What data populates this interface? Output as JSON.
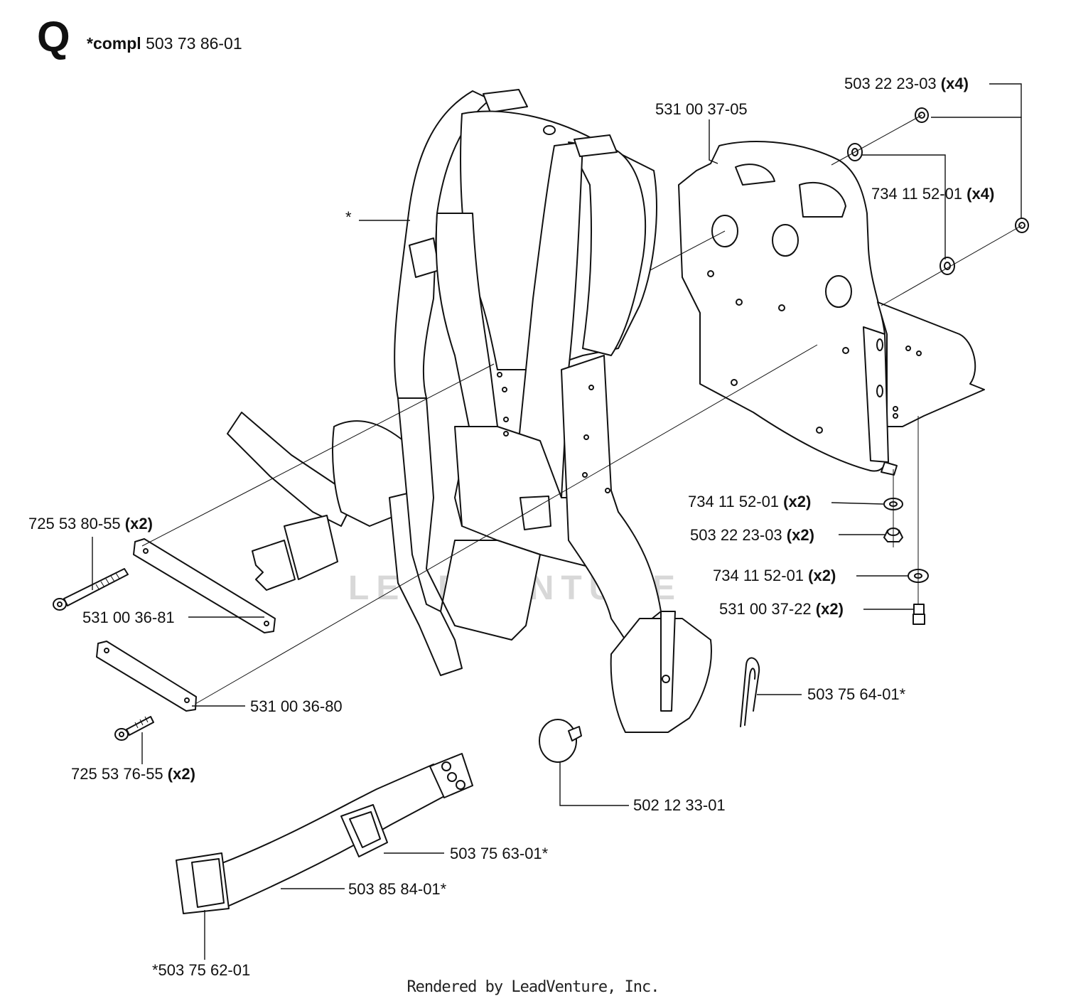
{
  "header": {
    "section_letter": "Q",
    "compl_prefix": "*compl",
    "compl_number": "503 73 86-01"
  },
  "watermark": "LEADVENTURE",
  "footer": "Rendered by LeadVenture, Inc.",
  "callouts": [
    {
      "id": "c-star",
      "part": "*",
      "qty": ""
    },
    {
      "id": "c-backplate",
      "part": "531 00 37-05",
      "qty": ""
    },
    {
      "id": "c-nut-x4",
      "part": "503 22 23-03",
      "qty": "(x4)"
    },
    {
      "id": "c-washer-x4",
      "part": "734 11 52-01",
      "qty": "(x4)"
    },
    {
      "id": "c-washer-x2-a",
      "part": "734 11 52-01",
      "qty": "(x2)"
    },
    {
      "id": "c-nut-x2",
      "part": "503 22 23-03",
      "qty": "(x2)"
    },
    {
      "id": "c-washer-x2-b",
      "part": "734 11 52-01",
      "qty": "(x2)"
    },
    {
      "id": "c-screw-x2",
      "part": "531 00 37-22",
      "qty": "(x2)"
    },
    {
      "id": "c-pin",
      "part": "503 75 64-01*",
      "qty": ""
    },
    {
      "id": "c-bolt-long",
      "part": "725 53 80-55",
      "qty": "(x2)"
    },
    {
      "id": "c-plate-upper",
      "part": "531 00 36-81",
      "qty": ""
    },
    {
      "id": "c-plate-lower",
      "part": "531 00 36-80",
      "qty": ""
    },
    {
      "id": "c-bolt-short",
      "part": "725 53 76-55",
      "qty": "(x2)"
    },
    {
      "id": "c-knob",
      "part": "502 12 33-01",
      "qty": ""
    },
    {
      "id": "c-buckle-loop",
      "part": "503 75 63-01*",
      "qty": ""
    },
    {
      "id": "c-strap",
      "part": "503 85 84-01*",
      "qty": ""
    },
    {
      "id": "c-buckle",
      "part": "*503 75 62-01",
      "qty": ""
    }
  ]
}
